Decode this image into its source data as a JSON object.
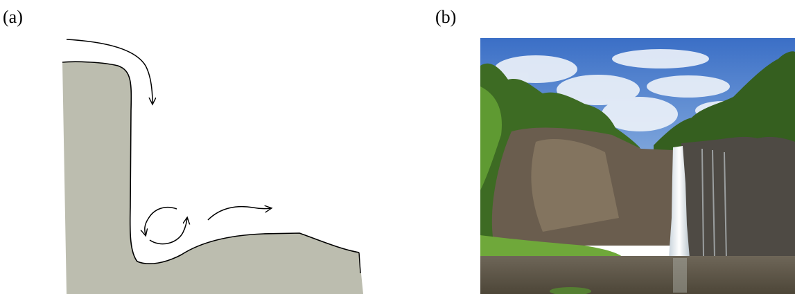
{
  "panels": {
    "a": {
      "label": "(a)"
    },
    "b": {
      "label": "(b)"
    }
  },
  "diagram": {
    "terrain_color": "#bcbdaf",
    "stroke_color": "#000000",
    "arrows": [
      "flow-over-cliff-arrow",
      "recirculation-arrow-left",
      "recirculation-arrow-right",
      "downstream-flow-arrow"
    ]
  },
  "photo": {
    "subject": "waterfall-photo",
    "sky_color": "#4a7fd0",
    "cloud_color": "#e8eef6",
    "foliage_color": "#3c6a22",
    "rock_color": "#5a5148",
    "water_color": "#6e6658",
    "grass_color": "#6fa83a"
  }
}
